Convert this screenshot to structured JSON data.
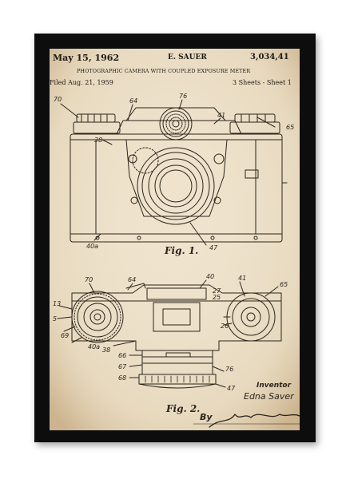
{
  "header": {
    "date": "May 15, 1962",
    "inventor_header": "E. SAUER",
    "patent_number": "3,034,41",
    "title": "PHOTOGRAPHIC CAMERA WITH COUPLED EXPOSURE METER",
    "filed": "Filed Aug. 21, 1959",
    "sheets": "3 Sheets - Sheet 1"
  },
  "figures": {
    "fig1": "Fig. 1.",
    "fig2": "Fig. 2."
  },
  "signature": {
    "inventor_label": "Inventor",
    "inventor_name": "Edna Saver",
    "by_label": "By"
  },
  "labels": {
    "l70a": "70",
    "l64a": "64",
    "l76a": "76",
    "l41a": "41",
    "l65a": "65",
    "l38a": "38",
    "l40a": "40a",
    "l47a": "47",
    "l70b": "70",
    "l64b": "64",
    "l40b": "40",
    "l41b": "41",
    "l65b": "65",
    "l13": "13",
    "l5": "5",
    "l69": "69",
    "l40c": "40a",
    "l38b": "38",
    "l27": "27",
    "l25": "25",
    "l26": "26",
    "l66": "66",
    "l67": "67",
    "l68": "68",
    "l76b": "76",
    "l47b": "47"
  },
  "colors": {
    "frame": "#0d0d0d",
    "paper": "#efe3cd",
    "ink": "#2a241b"
  }
}
